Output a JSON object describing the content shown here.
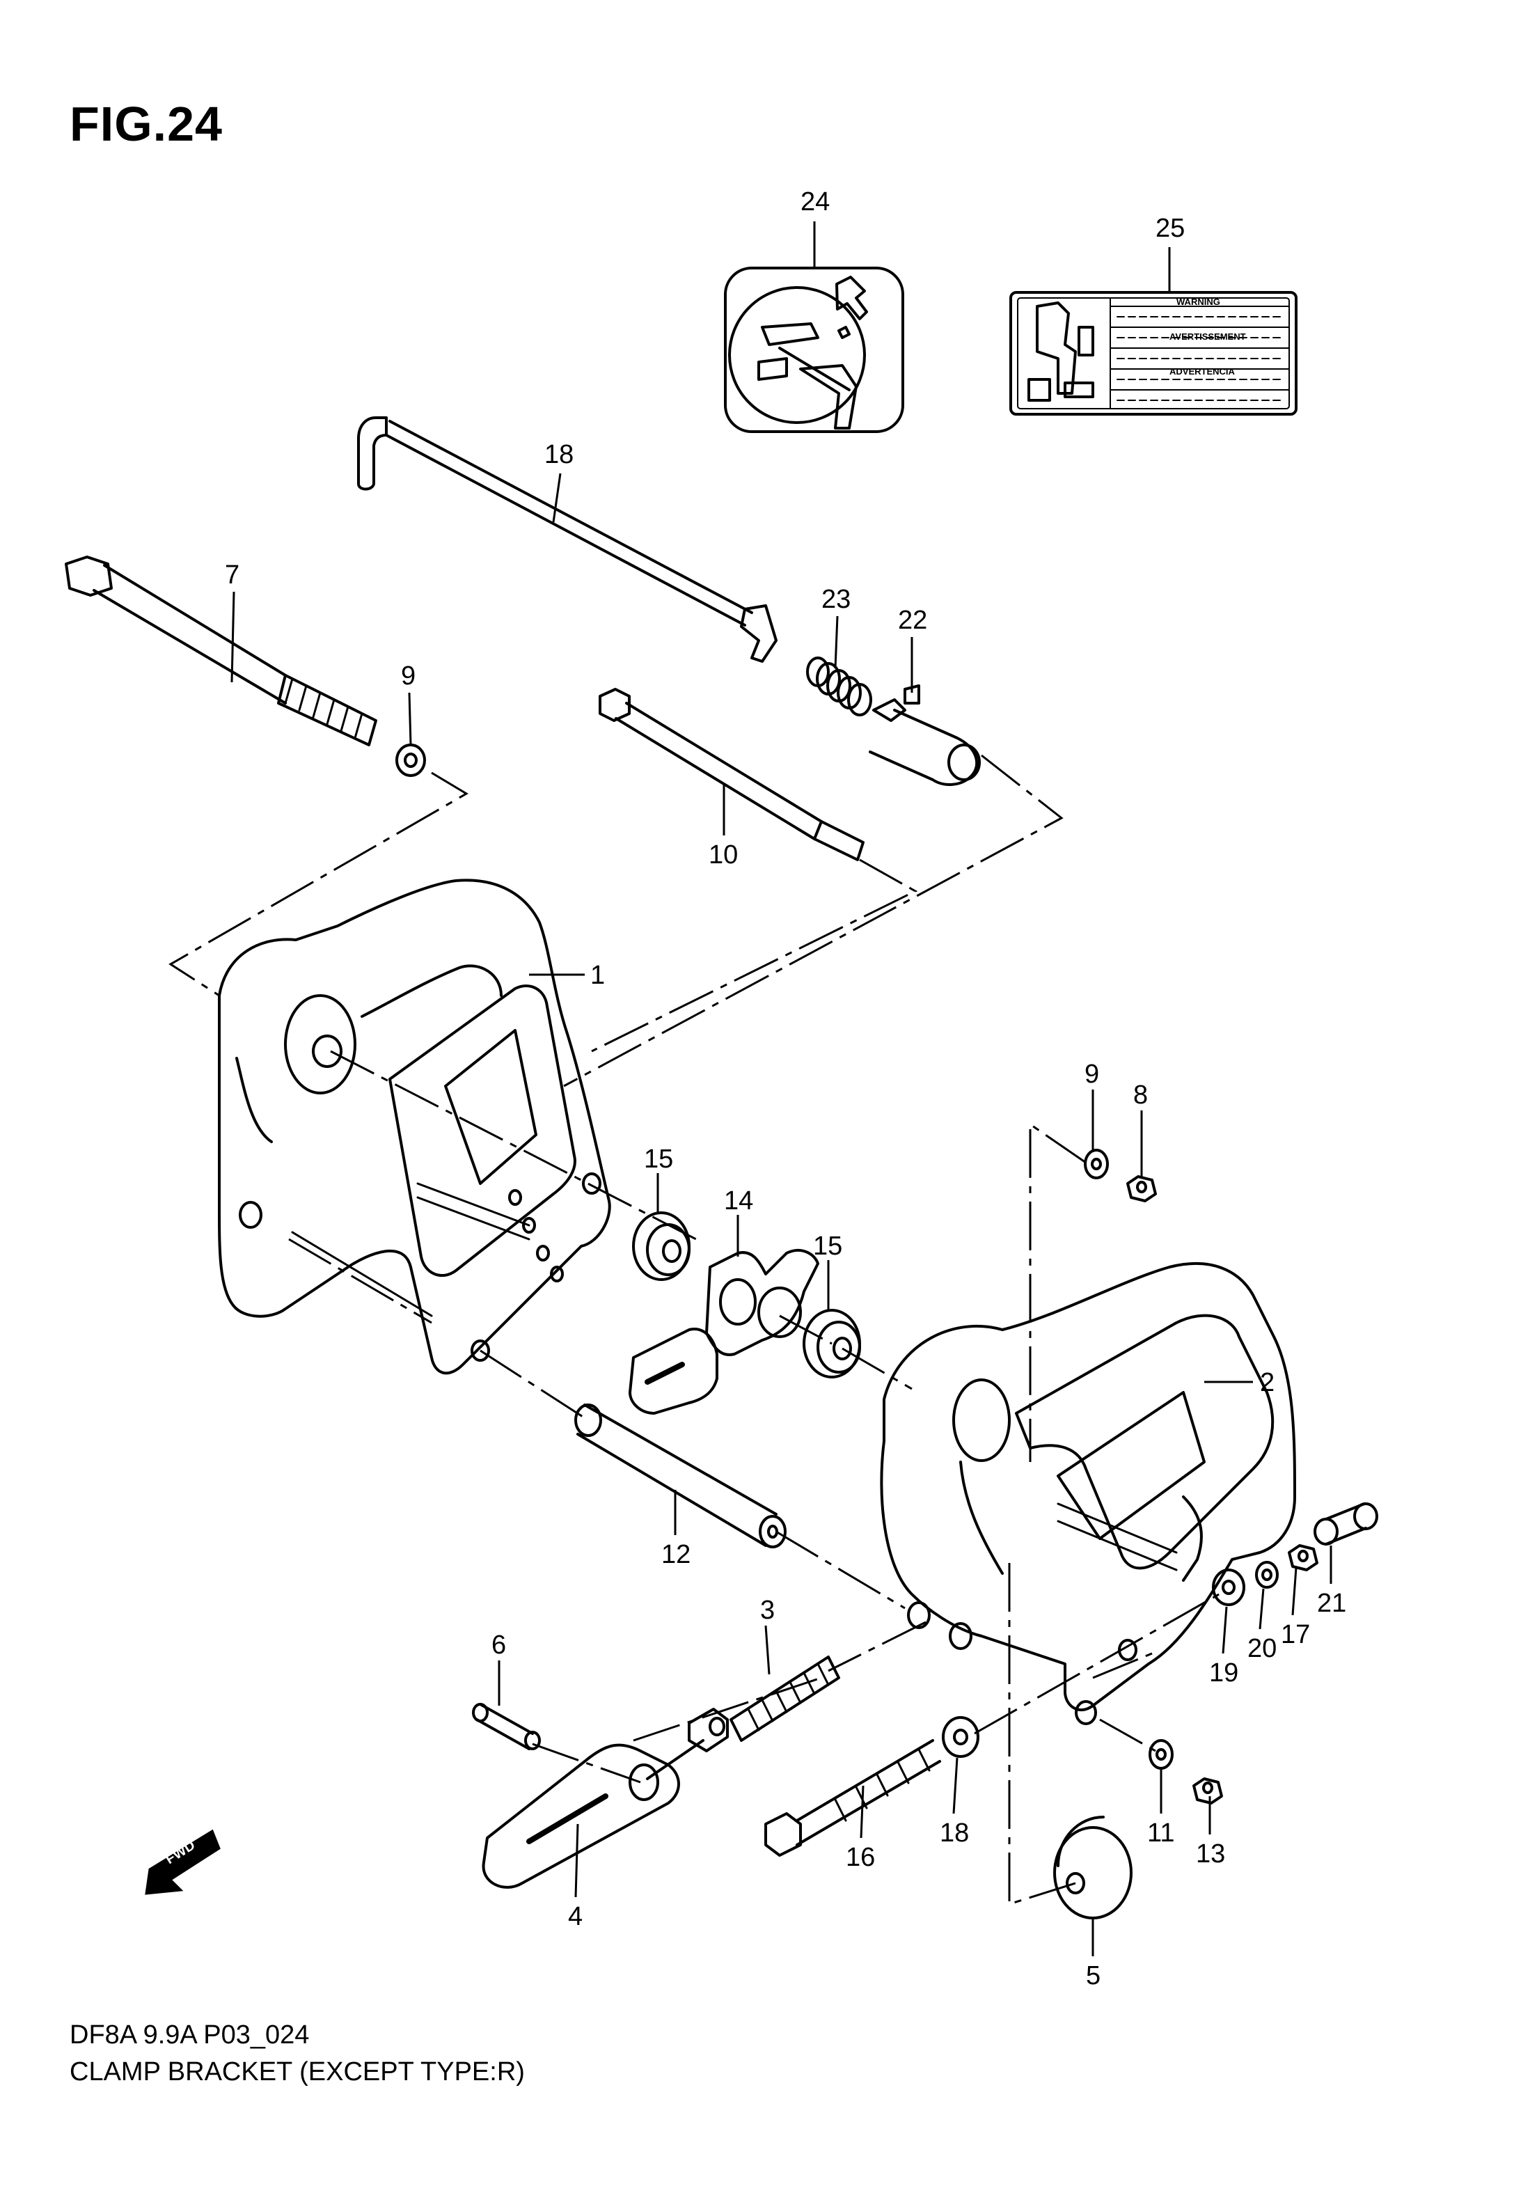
{
  "figure": {
    "title": "FIG.24",
    "code": "DF8A 9.9A P03_024",
    "caption": "CLAMP BRACKET (EXCEPT TYPE:R)"
  },
  "parts": [
    {
      "id": "p1",
      "number": "1"
    },
    {
      "id": "p2",
      "number": "2"
    },
    {
      "id": "p3",
      "number": "3"
    },
    {
      "id": "p4",
      "number": "4"
    },
    {
      "id": "p5",
      "number": "5"
    },
    {
      "id": "p6",
      "number": "6"
    },
    {
      "id": "p7",
      "number": "7"
    },
    {
      "id": "p8",
      "number": "8"
    },
    {
      "id": "p9a",
      "number": "9"
    },
    {
      "id": "p9b",
      "number": "9"
    },
    {
      "id": "p10",
      "number": "10"
    },
    {
      "id": "p11",
      "number": "11"
    },
    {
      "id": "p12",
      "number": "12"
    },
    {
      "id": "p13",
      "number": "13"
    },
    {
      "id": "p14",
      "number": "14"
    },
    {
      "id": "p15a",
      "number": "15"
    },
    {
      "id": "p15b",
      "number": "15"
    },
    {
      "id": "p16",
      "number": "16"
    },
    {
      "id": "p17",
      "number": "17"
    },
    {
      "id": "p18a",
      "number": "18"
    },
    {
      "id": "p18b",
      "number": "18"
    },
    {
      "id": "p19",
      "number": "19"
    },
    {
      "id": "p20",
      "number": "20"
    },
    {
      "id": "p21",
      "number": "21"
    },
    {
      "id": "p22",
      "number": "22"
    },
    {
      "id": "p23",
      "number": "23"
    },
    {
      "id": "p24",
      "number": "24"
    },
    {
      "id": "p25",
      "number": "25"
    }
  ],
  "warning_label": {
    "line1": "WARNING",
    "line2": "AVERTISSEMENT",
    "line3": "ADVERTENCIA"
  },
  "fwd_arrow": {
    "text": "FWD"
  }
}
